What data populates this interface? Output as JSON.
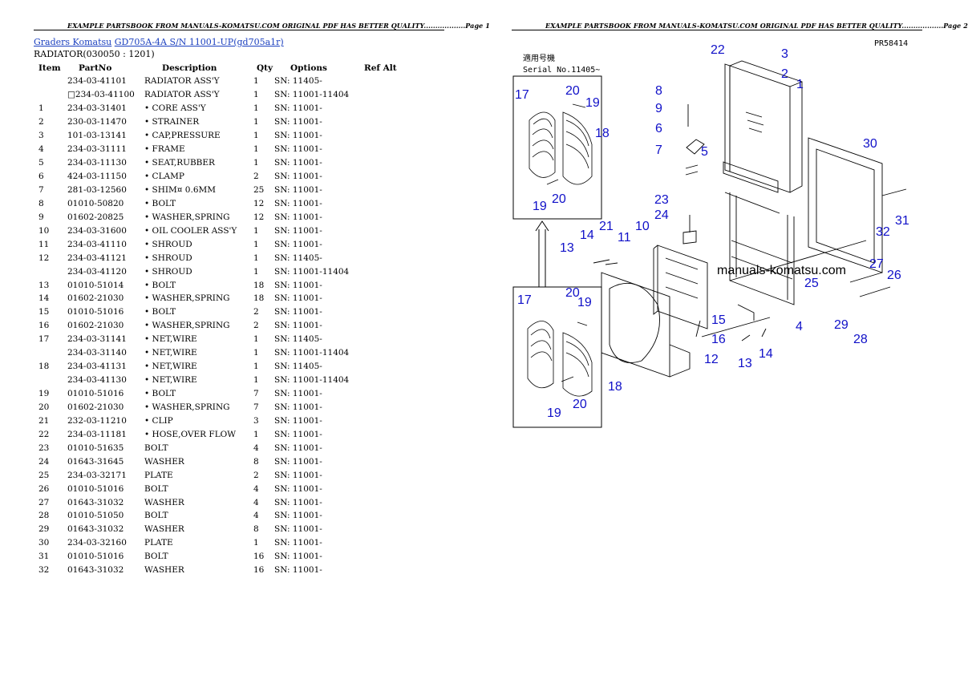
{
  "header": {
    "left": "EXAMPLE PARTSBOOK FROM MANUALS-KOMATSU.COM ORIGINAL PDF HAS BETTER QUALITY..................Page 1",
    "right": "EXAMPLE PARTSBOOK FROM MANUALS-KOMATSU.COM ORIGINAL PDF HAS BETTER QUALITY..................Page 2"
  },
  "breadcrumb": {
    "category": "Graders Komatsu",
    "model": "GD705A-4A S/N 11001-UP(gd705a1r)"
  },
  "section_title": "RADIATOR(030050 : 1201)",
  "table": {
    "columns": [
      "Item",
      "PartNo",
      "Description",
      "Qty",
      "Options",
      "Ref Alt"
    ],
    "rows": [
      [
        "",
        "234-03-41101",
        "RADIATOR ASS'Y",
        "1",
        "SN: 11405-"
      ],
      [
        "",
        "□234-03-41100",
        "RADIATOR ASS'Y",
        "1",
        "SN: 11001-11404"
      ],
      [
        "1",
        "234-03-31401",
        "• CORE ASS'Y",
        "1",
        "SN: 11001-"
      ],
      [
        "2",
        "230-03-11470",
        "• STRAINER",
        "1",
        "SN: 11001-"
      ],
      [
        "3",
        "101-03-13141",
        "• CAP,PRESSURE",
        "1",
        "SN: 11001-"
      ],
      [
        "4",
        "234-03-31111",
        "• FRAME",
        "1",
        "SN: 11001-"
      ],
      [
        "5",
        "234-03-11130",
        "• SEAT,RUBBER",
        "1",
        "SN: 11001-"
      ],
      [
        "6",
        "424-03-11150",
        "• CLAMP",
        "2",
        "SN: 11001-"
      ],
      [
        "7",
        "281-03-12560",
        "• SHIM¤ 0.6MM",
        "25",
        "SN: 11001-"
      ],
      [
        "8",
        "01010-50820",
        "• BOLT",
        "12",
        "SN: 11001-"
      ],
      [
        "9",
        "01602-20825",
        "• WASHER,SPRING",
        "12",
        "SN: 11001-"
      ],
      [
        "10",
        "234-03-31600",
        "• OIL COOLER ASS'Y",
        "1",
        "SN: 11001-"
      ],
      [
        "11",
        "234-03-41110",
        "• SHROUD",
        "1",
        "SN: 11001-"
      ],
      [
        "12",
        "234-03-41121",
        "• SHROUD",
        "1",
        "SN: 11405-"
      ],
      [
        "",
        "234-03-41120",
        "• SHROUD",
        "1",
        "SN: 11001-11404"
      ],
      [
        "13",
        "01010-51014",
        "• BOLT",
        "18",
        "SN: 11001-"
      ],
      [
        "14",
        "01602-21030",
        "• WASHER,SPRING",
        "18",
        "SN: 11001-"
      ],
      [
        "15",
        "01010-51016",
        "• BOLT",
        "2",
        "SN: 11001-"
      ],
      [
        "16",
        "01602-21030",
        "• WASHER,SPRING",
        "2",
        "SN: 11001-"
      ],
      [
        "17",
        "234-03-31141",
        "• NET,WIRE",
        "1",
        "SN: 11405-"
      ],
      [
        "",
        "234-03-31140",
        "• NET,WIRE",
        "1",
        "SN: 11001-11404"
      ],
      [
        "18",
        "234-03-41131",
        "• NET,WIRE",
        "1",
        "SN: 11405-"
      ],
      [
        "",
        "234-03-41130",
        "• NET,WIRE",
        "1",
        "SN: 11001-11404"
      ],
      [
        "19",
        "01010-51016",
        "• BOLT",
        "7",
        "SN: 11001-"
      ],
      [
        "20",
        "01602-21030",
        "• WASHER,SPRING",
        "7",
        "SN: 11001-"
      ],
      [
        "21",
        "232-03-11210",
        "• CLIP",
        "3",
        "SN: 11001-"
      ],
      [
        "22",
        "234-03-11181",
        "• HOSE,OVER FLOW",
        "1",
        "SN: 11001-"
      ],
      [
        "23",
        "01010-51635",
        "BOLT",
        "4",
        "SN: 11001-"
      ],
      [
        "24",
        "01643-31645",
        "WASHER",
        "8",
        "SN: 11001-"
      ],
      [
        "25",
        "234-03-32171",
        "PLATE",
        "2",
        "SN: 11001-"
      ],
      [
        "26",
        "01010-51016",
        "BOLT",
        "4",
        "SN: 11001-"
      ],
      [
        "27",
        "01643-31032",
        "WASHER",
        "4",
        "SN: 11001-"
      ],
      [
        "28",
        "01010-51050",
        "BOLT",
        "4",
        "SN: 11001-"
      ],
      [
        "29",
        "01643-31032",
        "WASHER",
        "8",
        "SN: 11001-"
      ],
      [
        "30",
        "234-03-32160",
        "PLATE",
        "1",
        "SN: 11001-"
      ],
      [
        "31",
        "01010-51016",
        "BOLT",
        "16",
        "SN: 11001-"
      ],
      [
        "32",
        "01643-31032",
        "WASHER",
        "16",
        "SN: 11001-"
      ]
    ]
  },
  "diagram": {
    "code": "PR58414",
    "serial_label": "適用号機",
    "serial_text": "Serial No.11405~",
    "watermark": "manuals-komatsu.com",
    "callouts": [
      "1",
      "2",
      "3",
      "4",
      "5",
      "6",
      "7",
      "8",
      "9",
      "10",
      "11",
      "12",
      "13",
      "14",
      "15",
      "16",
      "17",
      "18",
      "19",
      "20",
      "21",
      "22",
      "23",
      "24",
      "25",
      "26",
      "27",
      "28",
      "29",
      "30",
      "31",
      "32"
    ],
    "inset_callouts_top": [
      "17",
      "20",
      "19",
      "18",
      "19",
      "20"
    ],
    "inset_callouts_bottom": [
      "20",
      "17",
      "19",
      "18",
      "19",
      "20"
    ]
  }
}
